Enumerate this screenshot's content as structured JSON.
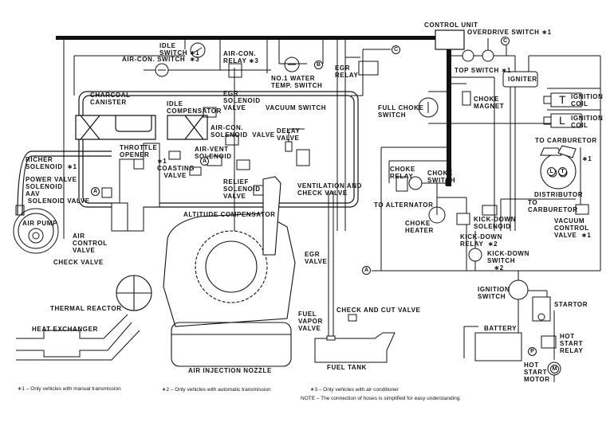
{
  "title": "Emission control system diagram",
  "components": {
    "control_unit": "CONTROL UNIT",
    "overdrive_switch": "OVERDRIVE SWITCH ∗1",
    "top_switch": "TOP SWITCH ∗1",
    "igniter": "IGNITER",
    "ignition_coil_t": "IGNITION\nCOIL",
    "ignition_coil_l": "IGNITION\nCOIL",
    "coil_t_letter": "T",
    "coil_l_letter": "L",
    "choke_magnet": "CHOKE\nMAGNET",
    "full_choke_switch": "FULL CHOKE\nSWITCH",
    "to_carburetor_top": "TO CARBURETOR",
    "distributor": "DISTRIBUTOR",
    "to_carburetor_mid": "TO\nCARBURETOR",
    "vacuum_control_valve": "VACUUM\nCONTROL\nVALVE  ∗1",
    "dist_star": "∗1",
    "choke_relay": "CHOKE\nRELAY",
    "choke_switch": "CHOKE\nSWITCH",
    "to_alternator": "TO ALTERNATOR",
    "choke_heater": "CHOKE\nHEATER",
    "kick_down_solenoid": "KICK-DOWN\nSOLENOID",
    "kick_down_relay": "KICK-DOWN\nRELAY  ∗2",
    "kick_down_switch": "KICK-DOWN\nSWITCH\n   ∗2",
    "ignition_switch": "IGNITION\nSWITCH",
    "startor": "STARTOR",
    "battery": "BATTERY",
    "hot_start_relay": "HOT\nSTART\nRELAY",
    "hot_start_motor": "HOT\nSTART\nMOTOR",
    "idle_switch": "IDLE\nSWITCH ∗1",
    "air_con_switch": "AIR-CON. SWITCH  ∗3",
    "air_con_relay": "AIR-CON.\nRELAY ∗3",
    "no1_water_temp_switch": "NO.1 WATER\nTEMP. SWITCH",
    "egr_relay": "EGR\nRELAY",
    "charcoal_canister": "CHARCOAL\nCANISTER",
    "idle_compensator": "IDLE\nCOMPENSATOR",
    "egr_solenoid_valve": "EGR\nSOLENOID\nVALVE",
    "vacuum_switch": "VACUUM SWITCH",
    "air_con_solenoid_valve": "AIR-CON.\nSOLENOID  VALVE",
    "delay_valve": "DELAY\nVALVE",
    "throttle_opener": "THROTTLE\nOPENER",
    "air_vent_solenoid": "AIR-VENT\nSOLENOID",
    "coasting_valve": "∗1\nCOASTING\n   VALVE",
    "relief_solenoid_valve": "RELIEF\nSOLENOID\nVALVE",
    "ventilation_check_valve": "VENTILATION AND\nCHECK VALVE",
    "richer_solenoid": "RICHER\nSOLENOID  ∗1",
    "power_valve_solenoid": "POWER VALVE\nSOLENOID",
    "aav_solenoid_valve": "AAV\n SOLENOID VALVE",
    "air_pump": "AIR PUMP",
    "air_control_valve": "AIR\nCONTROL\nVALVE",
    "check_valve": "CHECK VALVE",
    "altitude_compensator": "ALTITUDE COMPENSATOR",
    "egr_valve": "EGR\nVALVE",
    "thermal_reactor": "THERMAL REACTOR",
    "heat_exchanger": "HEAT EXCHANGER",
    "air_injection_nozzle": "AIR INJECTION NOZZLE",
    "fuel_vapor_valve": "FUEL\nVAPOR\nVALVE",
    "check_and_cut_valve": "CHECK AND CUT VALVE",
    "fuel_tank": "FUEL TANK"
  },
  "connectors": {
    "a": "A",
    "b": "B",
    "c": "C",
    "p": "P",
    "l": "L",
    "t": "T",
    "m": "M"
  },
  "footnotes": {
    "note1": "∗1 – Only vehicles with manual transmission",
    "note2": "∗2 – Only vehicles with automatic transmission",
    "note3": "∗3 – Only vehicles with air conditioner",
    "note_hoses": "NOTE – The connection of hoses is simplified for easy understanding."
  }
}
